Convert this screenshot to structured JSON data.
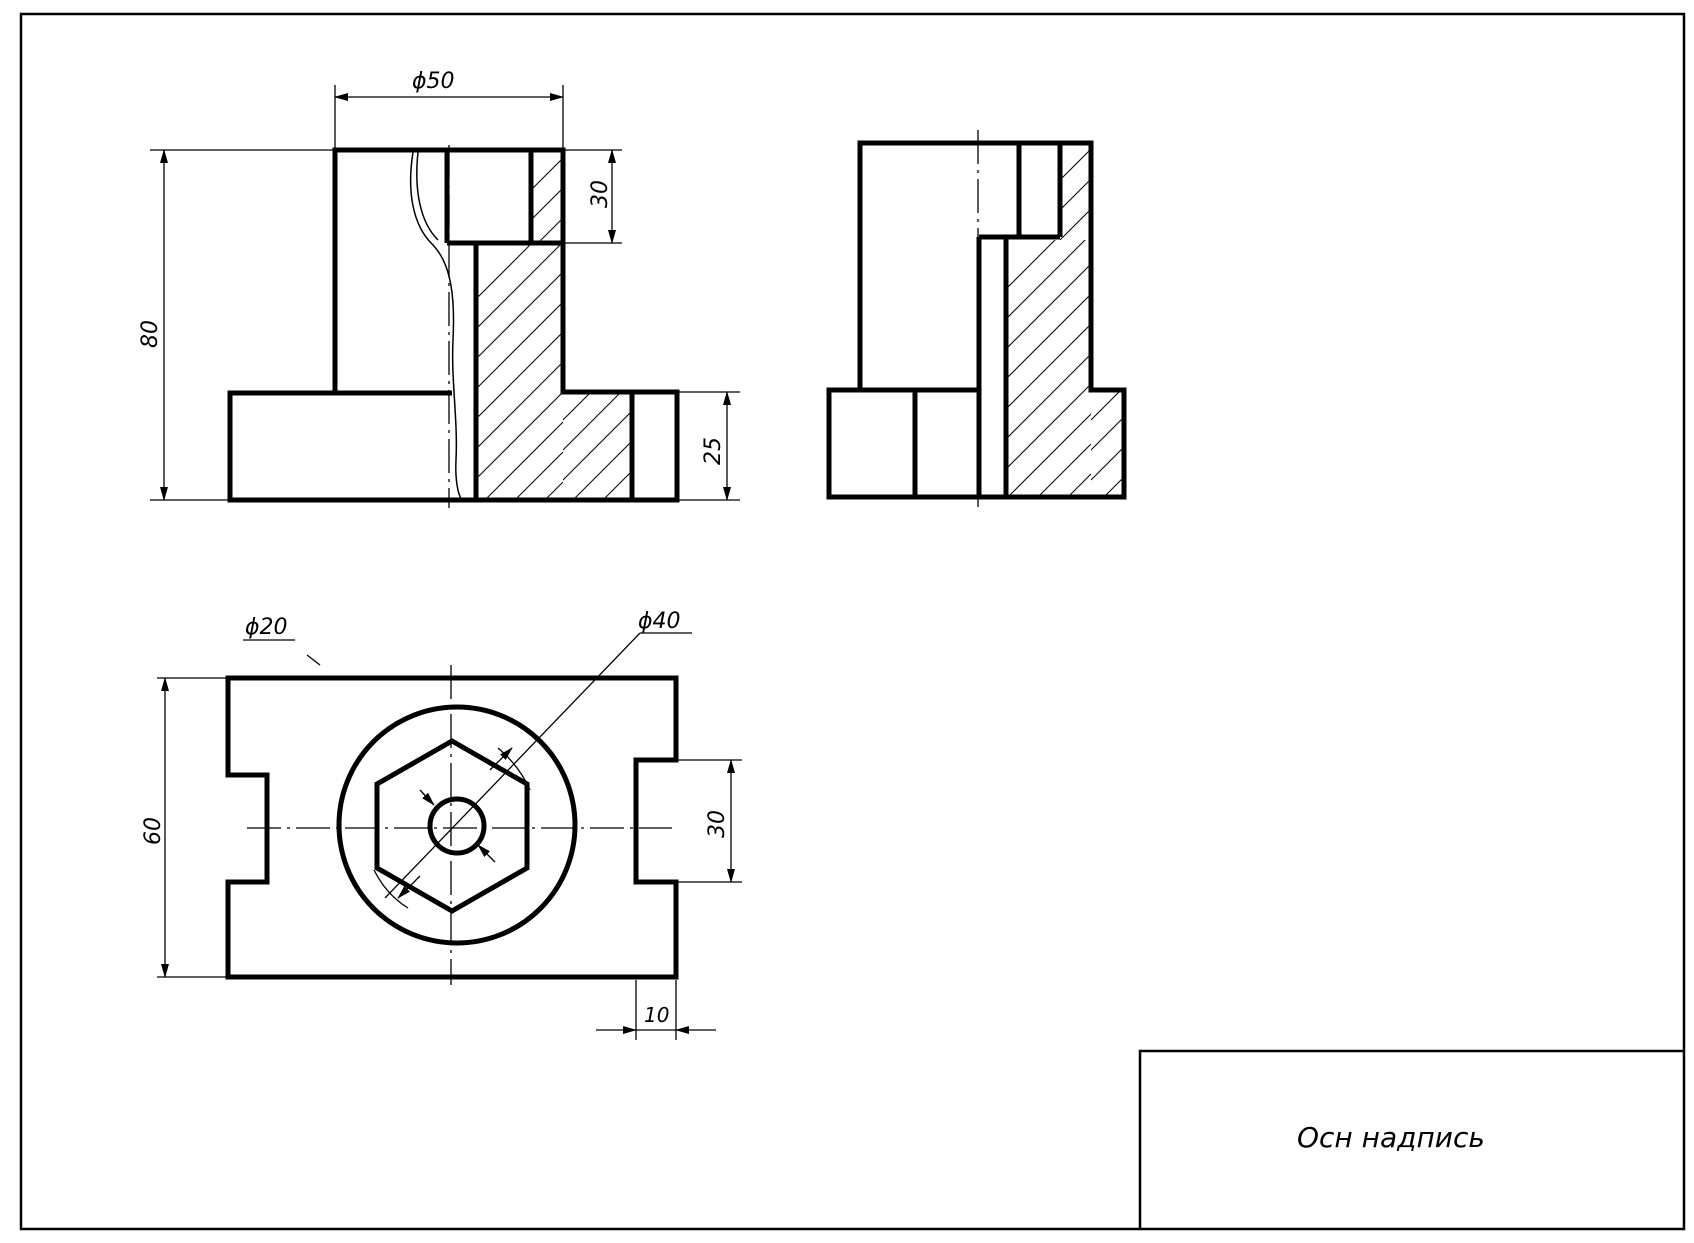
{
  "drawing": {
    "front_view": {
      "dim_diameter_top": "ϕ50",
      "dim_height_total": "80",
      "dim_counterbore_depth": "30",
      "dim_base_height": "25"
    },
    "top_view": {
      "dim_inner_hole": "ϕ20",
      "dim_outer_circle": "ϕ40",
      "dim_width": "60",
      "dim_slot_width": "30",
      "dim_slot_depth": "10"
    },
    "title_block": {
      "label": "Осн надпись"
    }
  },
  "colors": {
    "line": "#000000",
    "paper": "#ffffff"
  }
}
